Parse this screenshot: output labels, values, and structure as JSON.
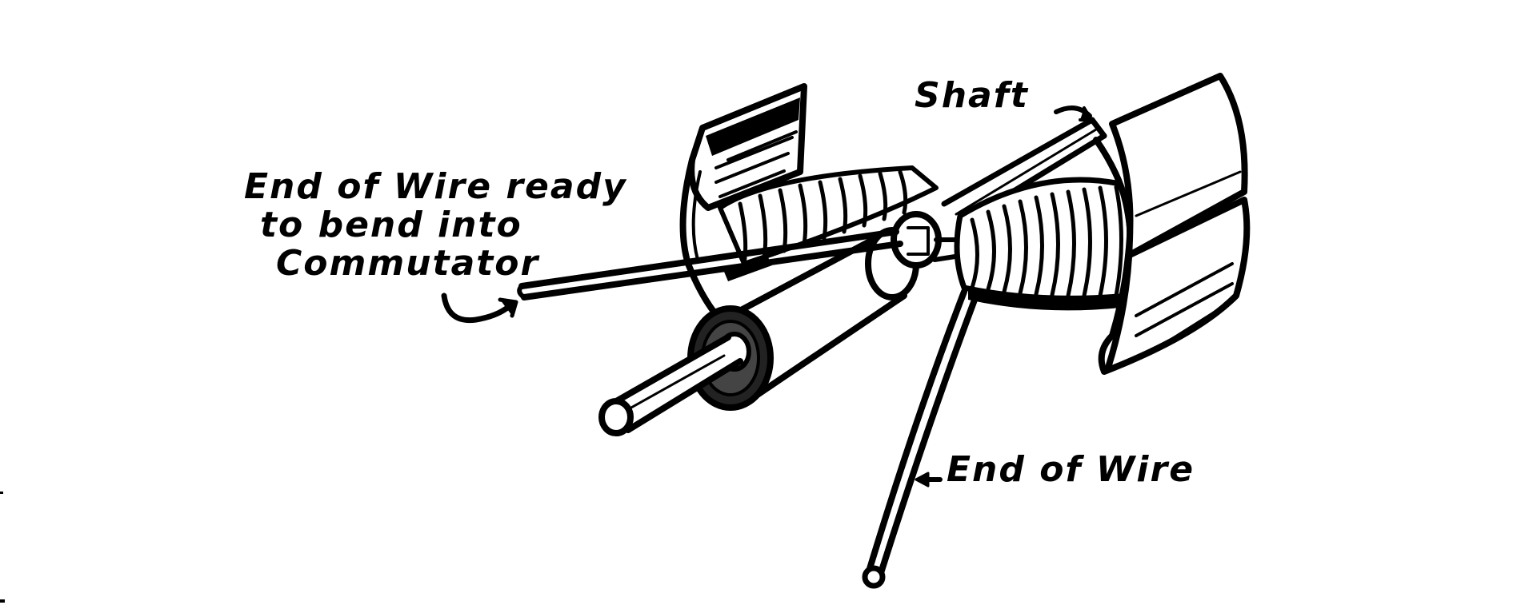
{
  "figure": {
    "subject": "Armature with wound coils on a shaft",
    "background_color": "#ffffff",
    "ink_color": "#000000",
    "labels": {
      "commutator_wire": {
        "line1": "End of Wire ready",
        "line2": "to bend into",
        "line3": "Commutator"
      },
      "shaft": "Shaft",
      "end_of_wire": "End of Wire"
    },
    "components": [
      "shaft",
      "commutator-cylinder",
      "left-pole-piece",
      "right-pole-piece",
      "left-coil-winding",
      "right-coil-winding",
      "wire-end-commutator",
      "wire-end-hanging"
    ]
  }
}
